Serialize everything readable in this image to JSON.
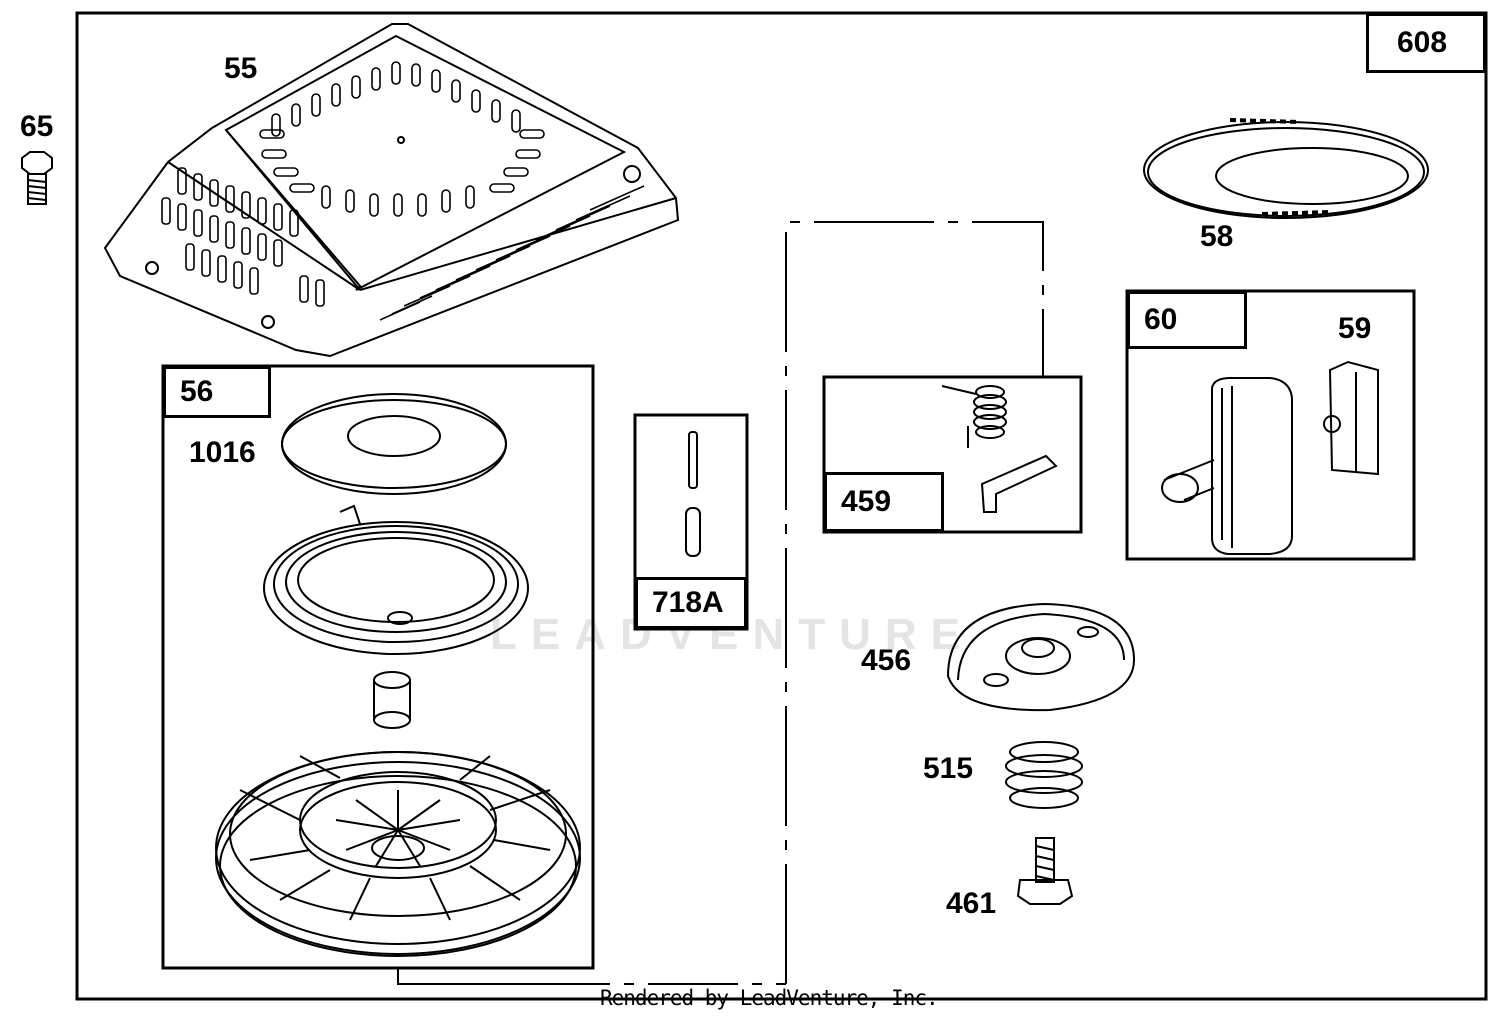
{
  "diagram": {
    "kit_label": "608",
    "parts": {
      "p55": "55",
      "p65": "65",
      "p56": "56",
      "p1016": "1016",
      "p718a": "718A",
      "p58": "58",
      "p60": "60",
      "p59": "59",
      "p459": "459",
      "p456": "456",
      "p515": "515",
      "p461": "461"
    },
    "watermark": "LEADVENTURE",
    "footer": "Rendered by LeadVenture, Inc."
  }
}
